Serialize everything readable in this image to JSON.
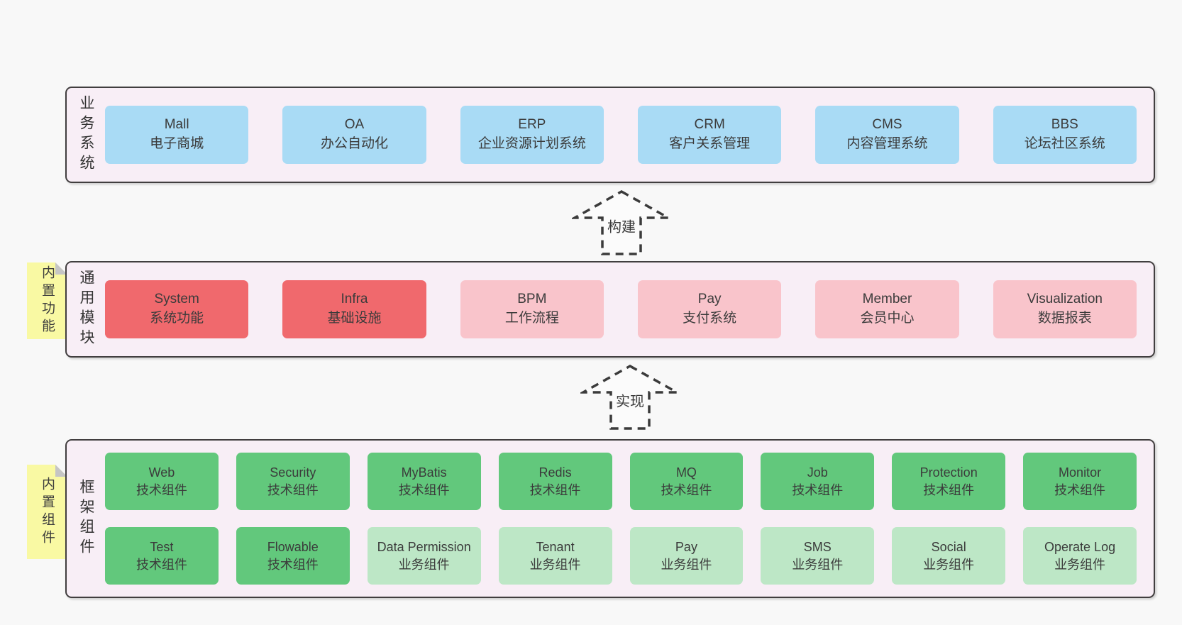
{
  "palette": {
    "background": "#f8f8f8",
    "layer_fill": "#f8eef6",
    "layer_border": "#413e3f",
    "business_box": "#a9dbf5",
    "module_core_box": "#f0696d",
    "module_box": "#f9c4cb",
    "tech_component_box": "#62c87c",
    "biz_component_box": "#bde7c6",
    "sticky_note": "#f9f9a3",
    "sticky_fold": "#c5c5c5",
    "text": "#3b3b3b"
  },
  "arrows": {
    "build_label": "构建",
    "implement_label": "实现"
  },
  "layers": {
    "business": {
      "label": "业务系统",
      "boxes": [
        {
          "name": "Mall",
          "desc": "电子商城"
        },
        {
          "name": "OA",
          "desc": "办公自动化"
        },
        {
          "name": "ERP",
          "desc": "企业资源计划系统"
        },
        {
          "name": "CRM",
          "desc": "客户关系管理"
        },
        {
          "name": "CMS",
          "desc": "内容管理系统"
        },
        {
          "name": "BBS",
          "desc": "论坛社区系统"
        }
      ]
    },
    "modules": {
      "label": "通用模块",
      "sticky": "内置功能",
      "boxes": [
        {
          "name": "System",
          "desc": "系统功能"
        },
        {
          "name": "Infra",
          "desc": "基础设施"
        },
        {
          "name": "BPM",
          "desc": "工作流程"
        },
        {
          "name": "Pay",
          "desc": "支付系统"
        },
        {
          "name": "Member",
          "desc": "会员中心"
        },
        {
          "name": "Visualization",
          "desc": "数据报表"
        }
      ]
    },
    "framework": {
      "label": "框架组件",
      "sticky": "内置组件",
      "row1": [
        {
          "name": "Web",
          "desc": "技术组件"
        },
        {
          "name": "Security",
          "desc": "技术组件"
        },
        {
          "name": "MyBatis",
          "desc": "技术组件"
        },
        {
          "name": "Redis",
          "desc": "技术组件"
        },
        {
          "name": "MQ",
          "desc": "技术组件"
        },
        {
          "name": "Job",
          "desc": "技术组件"
        },
        {
          "name": "Protection",
          "desc": "技术组件"
        },
        {
          "name": "Monitor",
          "desc": "技术组件"
        }
      ],
      "row2": [
        {
          "name": "Test",
          "desc": "技术组件"
        },
        {
          "name": "Flowable",
          "desc": "技术组件"
        },
        {
          "name": "Data Permission",
          "desc": "业务组件"
        },
        {
          "name": "Tenant",
          "desc": "业务组件"
        },
        {
          "name": "Pay",
          "desc": "业务组件"
        },
        {
          "name": "SMS",
          "desc": "业务组件"
        },
        {
          "name": "Social",
          "desc": "业务组件"
        },
        {
          "name": "Operate Log",
          "desc": "业务组件"
        }
      ]
    }
  }
}
